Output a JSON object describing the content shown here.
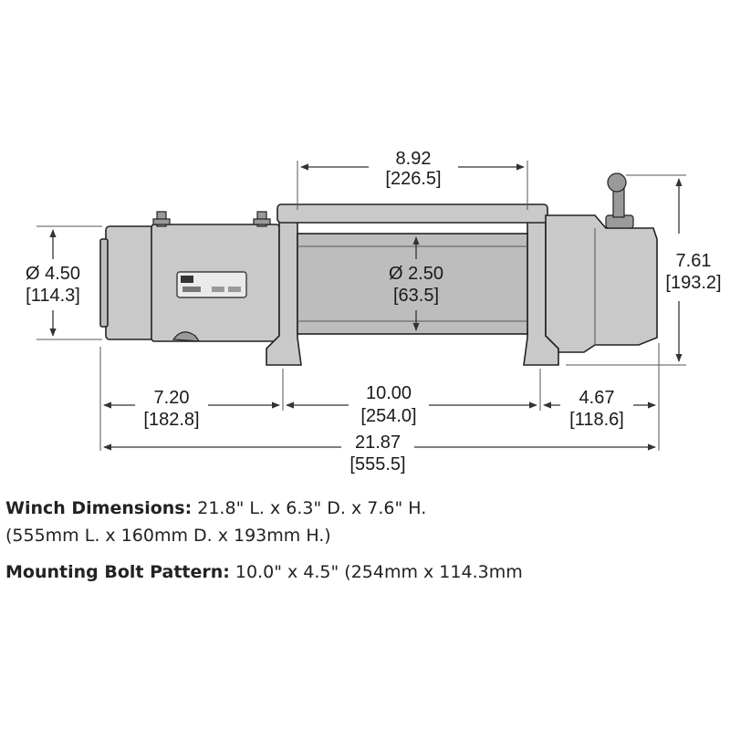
{
  "dimensions": {
    "drum_length": {
      "inch": "8.92",
      "mm": "[226.5]"
    },
    "motor_diameter": {
      "inch": "Ø 4.50",
      "mm": "[114.3]"
    },
    "drum_diameter": {
      "inch": "Ø 2.50",
      "mm": "[63.5]"
    },
    "height": {
      "inch": "7.61",
      "mm": "[193.2]"
    },
    "motor_length": {
      "inch": "7.20",
      "mm": "[182.8]"
    },
    "bolt_spacing": {
      "inch": "10.00",
      "mm": "[254.0]"
    },
    "gear_length": {
      "inch": "4.67",
      "mm": "[118.6]"
    },
    "overall_length": {
      "inch": "21.87",
      "mm": "[555.5]"
    }
  },
  "specs": {
    "winch_label": "Winch Dimensions:",
    "winch_value": " 21.8\" L. x 6.3\" D. x 7.6\" H.",
    "winch_metric": "(555mm L. x 160mm D. x 193mm H.)",
    "bolt_label": "Mounting Bolt Pattern:",
    "bolt_value": " 10.0\" x 4.5\" (254mm x 114.3mm"
  }
}
